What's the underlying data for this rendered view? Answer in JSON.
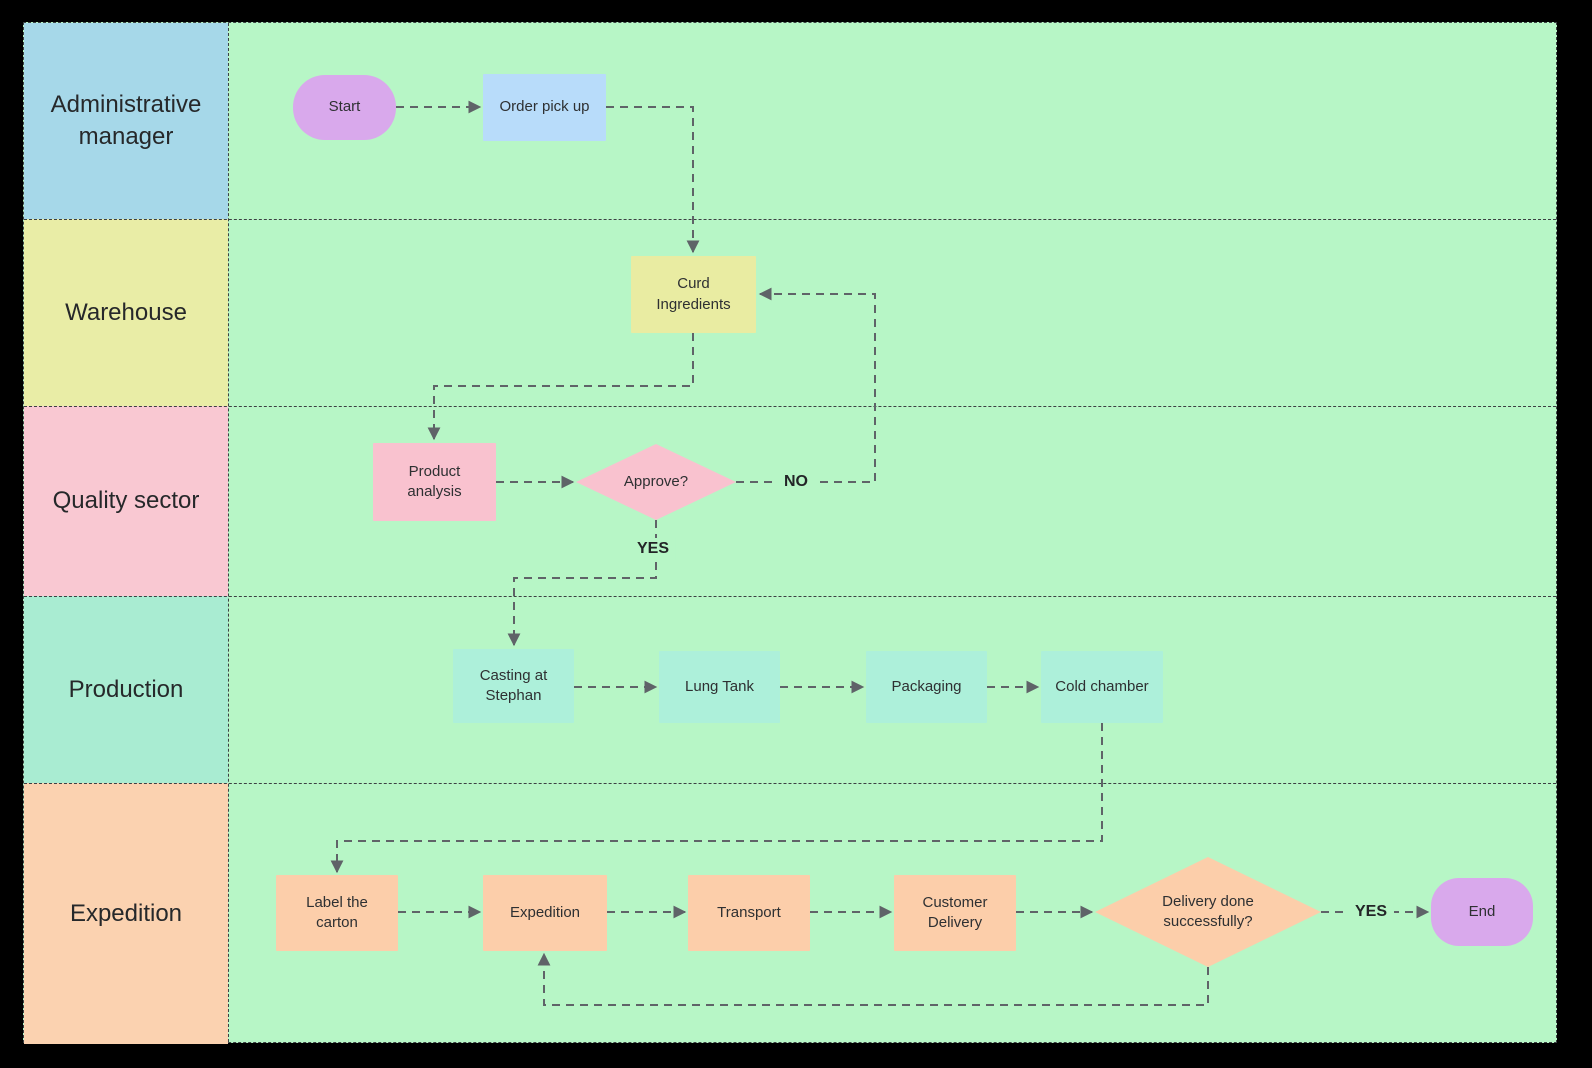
{
  "lanes": [
    {
      "id": "administrative-manager",
      "label": "Administrative manager",
      "color": "#a6d8e9"
    },
    {
      "id": "warehouse",
      "label": "Warehouse",
      "color": "#e9eda6"
    },
    {
      "id": "quality-sector",
      "label": "Quality sector",
      "color": "#f9c8d2"
    },
    {
      "id": "production",
      "label": "Production",
      "color": "#a9ecd2"
    },
    {
      "id": "expedition",
      "label": "Expedition",
      "color": "#fbd2b0"
    }
  ],
  "nodes": {
    "start": {
      "label": "Start",
      "shape": "terminator",
      "color": "#d9a9ec",
      "lane": "Administrative manager"
    },
    "order_pick_up": {
      "label": "Order pick up",
      "shape": "process",
      "color": "#b8dcfa",
      "lane": "Administrative manager"
    },
    "curd_ingredients": {
      "label": "Curd Ingredients",
      "shape": "process",
      "color": "#e9eca2",
      "lane": "Warehouse"
    },
    "product_analysis": {
      "label": "Product analysis",
      "shape": "process",
      "color": "#f9c2cf",
      "lane": "Quality sector"
    },
    "approve": {
      "label": "Approve?",
      "shape": "decision",
      "color": "#f9c2cf",
      "lane": "Quality sector"
    },
    "casting_at_stephan": {
      "label": "Casting at Stephan",
      "shape": "process",
      "color": "#adf0da",
      "lane": "Production"
    },
    "lung_tank": {
      "label": "Lung Tank",
      "shape": "process",
      "color": "#adf0da",
      "lane": "Production"
    },
    "packaging": {
      "label": "Packaging",
      "shape": "process",
      "color": "#adf0da",
      "lane": "Production"
    },
    "cold_chamber": {
      "label": "Cold chamber",
      "shape": "process",
      "color": "#adf0da",
      "lane": "Production"
    },
    "label_the_carton": {
      "label": "Label the carton",
      "shape": "process",
      "color": "#fcceaa",
      "lane": "Expedition"
    },
    "expedition": {
      "label": "Expedition",
      "shape": "process",
      "color": "#fcceaa",
      "lane": "Expedition"
    },
    "transport": {
      "label": "Transport",
      "shape": "process",
      "color": "#fcceaa",
      "lane": "Expedition"
    },
    "customer_delivery": {
      "label": "Customer Delivery",
      "shape": "process",
      "color": "#fcceaa",
      "lane": "Expedition"
    },
    "delivery_done": {
      "label": "Delivery done successfully?",
      "shape": "decision",
      "color": "#fcceaa",
      "lane": "Expedition"
    },
    "end": {
      "label": "End",
      "shape": "terminator",
      "color": "#d9a9ec",
      "lane": "Expedition"
    }
  },
  "edge_labels": {
    "approve_no": "NO",
    "approve_yes": "YES",
    "delivery_yes": "YES"
  },
  "edges": [
    {
      "from": "start",
      "to": "order_pick_up"
    },
    {
      "from": "order_pick_up",
      "to": "curd_ingredients"
    },
    {
      "from": "curd_ingredients",
      "to": "product_analysis"
    },
    {
      "from": "product_analysis",
      "to": "approve"
    },
    {
      "from": "approve",
      "to": "curd_ingredients",
      "label": "NO"
    },
    {
      "from": "approve",
      "to": "casting_at_stephan",
      "label": "YES"
    },
    {
      "from": "casting_at_stephan",
      "to": "lung_tank"
    },
    {
      "from": "lung_tank",
      "to": "packaging"
    },
    {
      "from": "packaging",
      "to": "cold_chamber"
    },
    {
      "from": "cold_chamber",
      "to": "label_the_carton"
    },
    {
      "from": "label_the_carton",
      "to": "expedition"
    },
    {
      "from": "expedition",
      "to": "transport"
    },
    {
      "from": "transport",
      "to": "customer_delivery"
    },
    {
      "from": "customer_delivery",
      "to": "delivery_done"
    },
    {
      "from": "delivery_done",
      "to": "end",
      "label": "YES"
    },
    {
      "from": "delivery_done",
      "to": "expedition"
    }
  ],
  "colors": {
    "canvas": "#000000",
    "flow_background": "#b7f6c6",
    "lane_border": "#3c4043",
    "connector": "#5f6368",
    "node_text": "#2e3032",
    "lane_text": "#26282a"
  }
}
